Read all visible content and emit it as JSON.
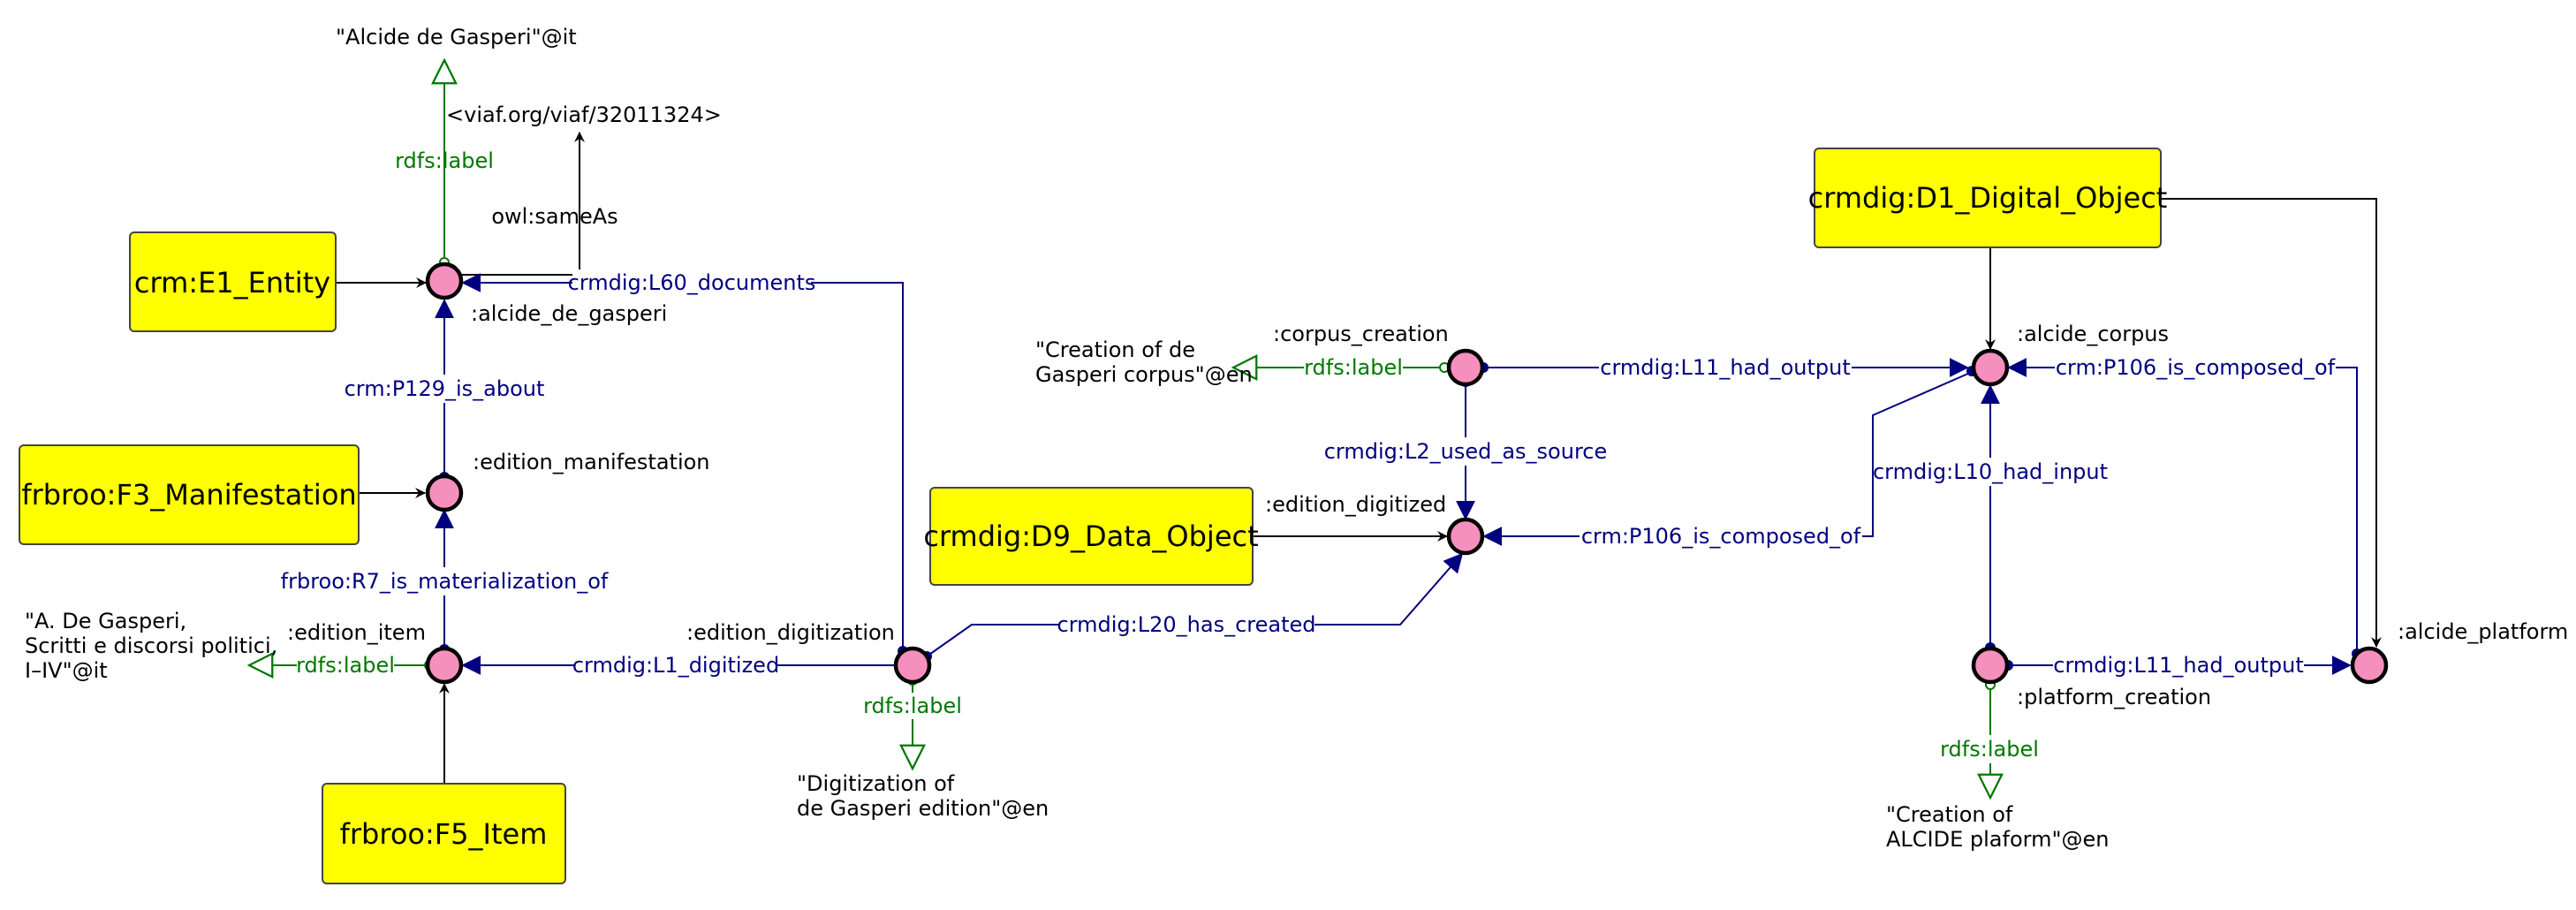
{
  "colors": {
    "class_fill": "#ffff00",
    "class_stroke": "#444444",
    "node_fill": "#f58fbe",
    "node_stroke": "#000000",
    "object_property": "#000080",
    "datatype_property": "#007800",
    "generic_edge": "#000000"
  },
  "classes": [
    {
      "id": "E1_Entity",
      "label": "crm:E1_Entity"
    },
    {
      "id": "F3_Manifestation",
      "label": "frbroo:F3_Manifestation"
    },
    {
      "id": "F5_Item",
      "label": "frbroo:F5_Item"
    },
    {
      "id": "D9_Data_Object",
      "label": "crmdig:D9_Data_Object"
    },
    {
      "id": "D1_Digital_Object",
      "label": "crmdig:D1_Digital_Object"
    }
  ],
  "nodes": [
    {
      "id": "alcide_de_gasperi",
      "label": ":alcide_de_gasperi"
    },
    {
      "id": "edition_manifestation",
      "label": ":edition_manifestation"
    },
    {
      "id": "edition_item",
      "label": ":edition_item"
    },
    {
      "id": "edition_digitization",
      "label": ":edition_digitization"
    },
    {
      "id": "edition_digitized",
      "label": ":edition_digitized"
    },
    {
      "id": "corpus_creation",
      "label": ":corpus_creation"
    },
    {
      "id": "alcide_corpus",
      "label": ":alcide_corpus"
    },
    {
      "id": "platform_creation",
      "label": ":platform_creation"
    },
    {
      "id": "alcide_platform",
      "label": ":alcide_platform"
    }
  ],
  "literals": [
    {
      "id": "lit_degasperi",
      "lines": [
        "\"Alcide de Gasperi\"@it"
      ]
    },
    {
      "id": "lit_viaf",
      "lines": [
        "<viaf.org/viaf/32011324>"
      ]
    },
    {
      "id": "lit_scritti",
      "lines": [
        "\"A. De Gasperi,",
        "Scritti e discorsi politici,",
        "I–IV\"@it"
      ]
    },
    {
      "id": "lit_digitization",
      "lines": [
        "\"Digitization of",
        "de Gasperi edition\"@en"
      ]
    },
    {
      "id": "lit_corpus",
      "lines": [
        "\"Creation of de",
        "Gasperi corpus\"@en"
      ]
    },
    {
      "id": "lit_platform",
      "lines": [
        "\"Creation of",
        "ALCIDE plaform\"@en"
      ]
    }
  ],
  "edges": [
    {
      "id": "e_label_degasperi",
      "kind": "datatype",
      "label": "rdfs:label"
    },
    {
      "id": "e_sameas",
      "kind": "generic",
      "label": "owl:sameAs"
    },
    {
      "id": "e_type_e1",
      "kind": "generic",
      "label": ""
    },
    {
      "id": "e_l60",
      "kind": "object",
      "label": "crmdig:L60_documents"
    },
    {
      "id": "e_p129",
      "kind": "object",
      "label": "crm:P129_is_about"
    },
    {
      "id": "e_type_f3",
      "kind": "generic",
      "label": ""
    },
    {
      "id": "e_r7",
      "kind": "object",
      "label": "frbroo:R7_is_materialization_of"
    },
    {
      "id": "e_label_scritti",
      "kind": "datatype",
      "label": "rdfs:label"
    },
    {
      "id": "e_type_f5",
      "kind": "generic",
      "label": ""
    },
    {
      "id": "e_l1",
      "kind": "object",
      "label": "crmdig:L1_digitized"
    },
    {
      "id": "e_label_digitization",
      "kind": "datatype",
      "label": "rdfs:label"
    },
    {
      "id": "e_l20",
      "kind": "object",
      "label": "crmdig:L20_has_created"
    },
    {
      "id": "e_type_d9",
      "kind": "generic",
      "label": ""
    },
    {
      "id": "e_p106_digitized",
      "kind": "object",
      "label": "crm:P106_is_composed_of"
    },
    {
      "id": "e_label_corpus",
      "kind": "datatype",
      "label": "rdfs:label"
    },
    {
      "id": "e_l2",
      "kind": "object",
      "label": "crmdig:L2_used_as_source"
    },
    {
      "id": "e_l11_corpus",
      "kind": "object",
      "label": "crmdig:L11_had_output"
    },
    {
      "id": "e_type_d1_corpus",
      "kind": "generic",
      "label": ""
    },
    {
      "id": "e_type_d1_platform",
      "kind": "generic",
      "label": ""
    },
    {
      "id": "e_p106_platform",
      "kind": "object",
      "label": "crm:P106_is_composed_of"
    },
    {
      "id": "e_l10",
      "kind": "object",
      "label": "crmdig:L10_had_input"
    },
    {
      "id": "e_l11_platform",
      "kind": "object",
      "label": "crmdig:L11_had_output"
    },
    {
      "id": "e_label_platform",
      "kind": "datatype",
      "label": "rdfs:label"
    }
  ]
}
